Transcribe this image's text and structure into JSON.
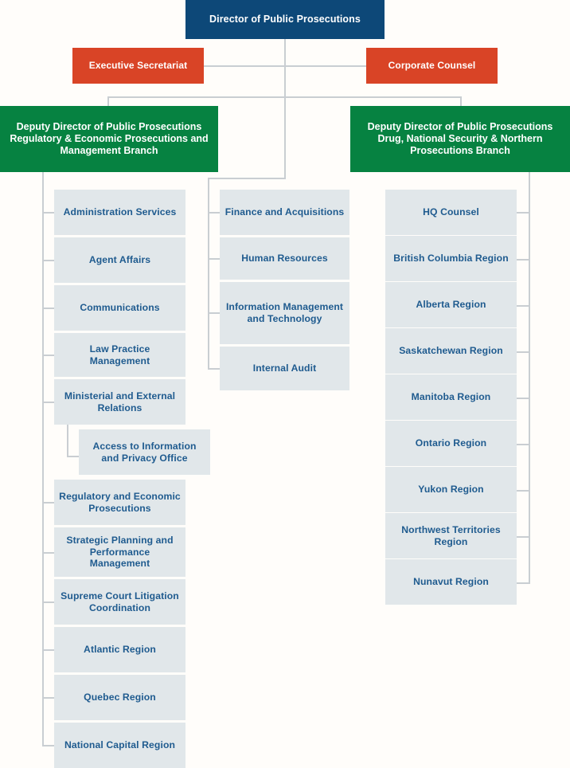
{
  "chart": {
    "type": "org-chart",
    "title": "Public Prosecution Service Organizational Chart",
    "colors": {
      "root": "#0d4878",
      "officer": "#d94426",
      "branch": "#068241",
      "unit_background": "#e1e7ea",
      "unit_text": "#1f5b8f",
      "connector": "#c9ced2",
      "page_background": "#fffdfa"
    },
    "root": {
      "label": "Director of Public Prosecutions"
    },
    "officers": [
      {
        "label": "Executive Secretariat"
      },
      {
        "label": "Corporate Counsel"
      }
    ],
    "branches": [
      {
        "label": "Deputy Director of  Public Prosecutions Regulatory & Economic Prosecutions and Management Branch"
      },
      {
        "label": "Deputy Director of Public Prosecutions Drug, National Security & Northern Prosecutions Branch"
      }
    ],
    "left_column": [
      {
        "label": "Administration Services"
      },
      {
        "label": "Agent Affairs"
      },
      {
        "label": "Communications"
      },
      {
        "label": "Law Practice Management"
      },
      {
        "label": "Ministerial and External Relations"
      },
      {
        "label": "Access to Information and Privacy Office"
      },
      {
        "label": "Regulatory and Economic Prosecutions"
      },
      {
        "label": "Strategic Planning and Performance Management"
      },
      {
        "label": "Supreme Court Litigation Coordination"
      },
      {
        "label": "Atlantic Region"
      },
      {
        "label": "Quebec Region"
      },
      {
        "label": "National Capital Region"
      }
    ],
    "middle_column": [
      {
        "label": "Finance and Acquisitions"
      },
      {
        "label": "Human Resources"
      },
      {
        "label": "Information Management and Technology"
      },
      {
        "label": "Internal Audit"
      }
    ],
    "right_column": [
      {
        "label": "HQ Counsel"
      },
      {
        "label": "British Columbia Region"
      },
      {
        "label": "Alberta Region"
      },
      {
        "label": "Saskatchewan Region"
      },
      {
        "label": "Manitoba Region"
      },
      {
        "label": "Ontario Region"
      },
      {
        "label": "Yukon Region"
      },
      {
        "label": "Northwest Territories Region"
      },
      {
        "label": "Nunavut Region"
      }
    ]
  }
}
